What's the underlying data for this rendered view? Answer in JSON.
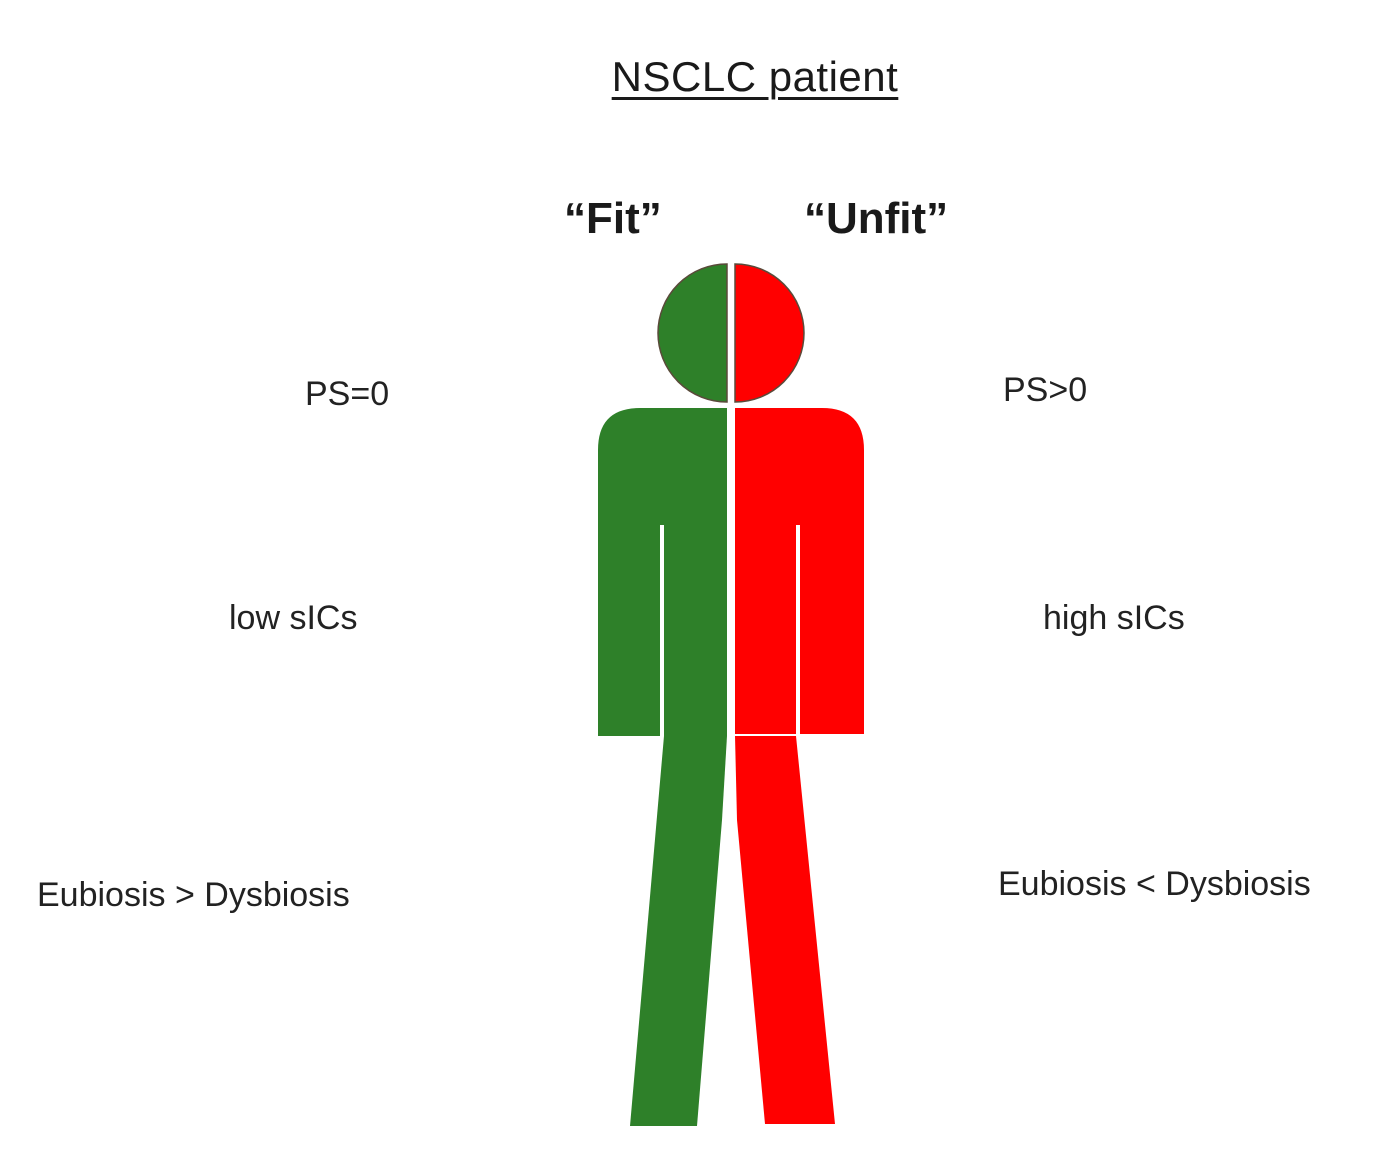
{
  "title": "NSCLC patient",
  "columns": {
    "fit": {
      "heading": "“Fit”",
      "color": "#2e8029",
      "attributes": {
        "ps": "PS=0",
        "sics": "low sICs",
        "biosis": "Eubiosis > Dysbiosis"
      }
    },
    "unfit": {
      "heading": "“Unfit”",
      "color": "#ff0000",
      "attributes": {
        "ps": "PS>0",
        "sics": "high sICs",
        "biosis": "Eubiosis < Dysbiosis"
      }
    }
  }
}
